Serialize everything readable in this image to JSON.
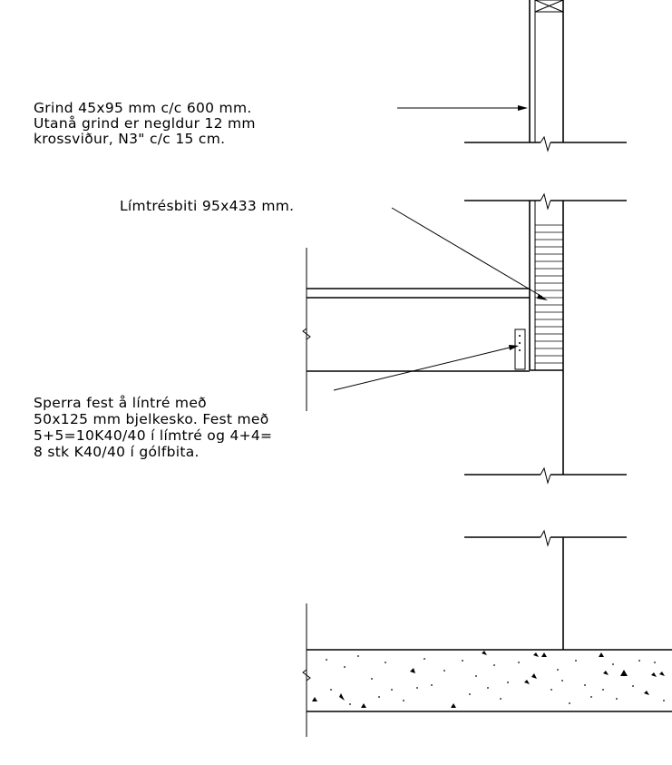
{
  "annotations": {
    "frame": {
      "line1": "Grind 45x95 mm c/c 600 mm.",
      "line2": "Utanå grind er negldur 12 mm",
      "line3": "krossviður, N3\" c/c 15 cm."
    },
    "glulam_beam": {
      "line1": "Límtrésbiti 95x433 mm."
    },
    "rafter": {
      "line1": "Sperra fest å líntré með",
      "line2": "50x125 mm bjelkesko. Fest með",
      "line3": "5+5=10K40/40 í límtré og 4+4=",
      "line4": "8 stk K40/40 í gólfbita."
    }
  },
  "colors": {
    "line": "#000000",
    "background": "#ffffff"
  }
}
